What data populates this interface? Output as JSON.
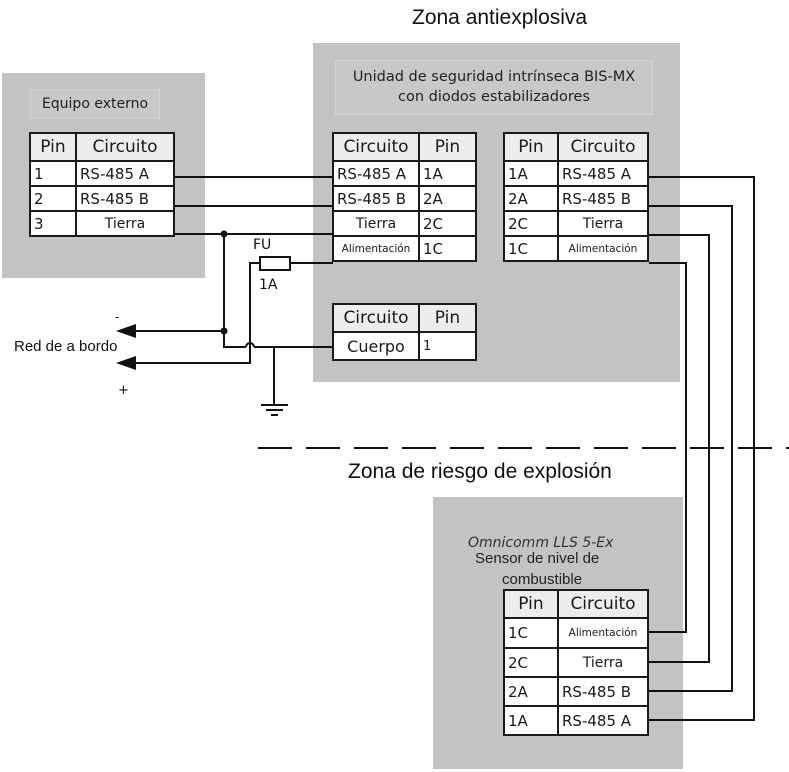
{
  "zones": {
    "safe": "Zona antiexplosiva",
    "hazard": "Zona de riesgo de explosión"
  },
  "external_equipment": {
    "title": "Equipo externo",
    "headers": [
      "Pin",
      "Circuito"
    ],
    "rows": [
      {
        "pin": "1",
        "circuit": "RS-485 A"
      },
      {
        "pin": "2",
        "circuit": "RS-485 B"
      },
      {
        "pin": "3",
        "circuit": "Tierra"
      }
    ]
  },
  "barrier_unit": {
    "title_line1": "Unidad de seguridad intrínseca BIS-MX",
    "title_line2": "con diodos estabilizadores",
    "input_table": {
      "headers": [
        "Circuito",
        "Pin"
      ],
      "rows": [
        {
          "circuit": "RS-485 A",
          "pin": "1A"
        },
        {
          "circuit": "RS-485 B",
          "pin": "2A"
        },
        {
          "circuit": "Tierra",
          "pin": "2C"
        },
        {
          "circuit": "Alimentación",
          "pin": "1C"
        }
      ]
    },
    "output_table": {
      "headers": [
        "Pin",
        "Circuito"
      ],
      "rows": [
        {
          "pin": "1A",
          "circuit": "RS-485 A"
        },
        {
          "pin": "2A",
          "circuit": "RS-485 B"
        },
        {
          "pin": "2C",
          "circuit": "Tierra"
        },
        {
          "pin": "1C",
          "circuit": "Alimentación"
        }
      ]
    },
    "body_table": {
      "headers": [
        "Circuito",
        "Pin"
      ],
      "rows": [
        {
          "circuit": "Cuerpo",
          "pin": "1"
        }
      ]
    }
  },
  "power_network": {
    "label": "Red de a bordo",
    "minus": "-",
    "plus": "+",
    "fuse_label": "FU",
    "fuse_rating": "1A"
  },
  "sensor": {
    "model": "Omnicomm LLS 5-Ex",
    "desc_line1": "Sensor de nivel de",
    "desc_line2": "combustible",
    "headers": [
      "Pin",
      "Circuito"
    ],
    "rows": [
      {
        "pin": "1C",
        "circuit": "Alimentación"
      },
      {
        "pin": "2C",
        "circuit": "Tierra"
      },
      {
        "pin": "2A",
        "circuit": "RS-485 B"
      },
      {
        "pin": "1A",
        "circuit": "RS-485 A"
      }
    ]
  }
}
